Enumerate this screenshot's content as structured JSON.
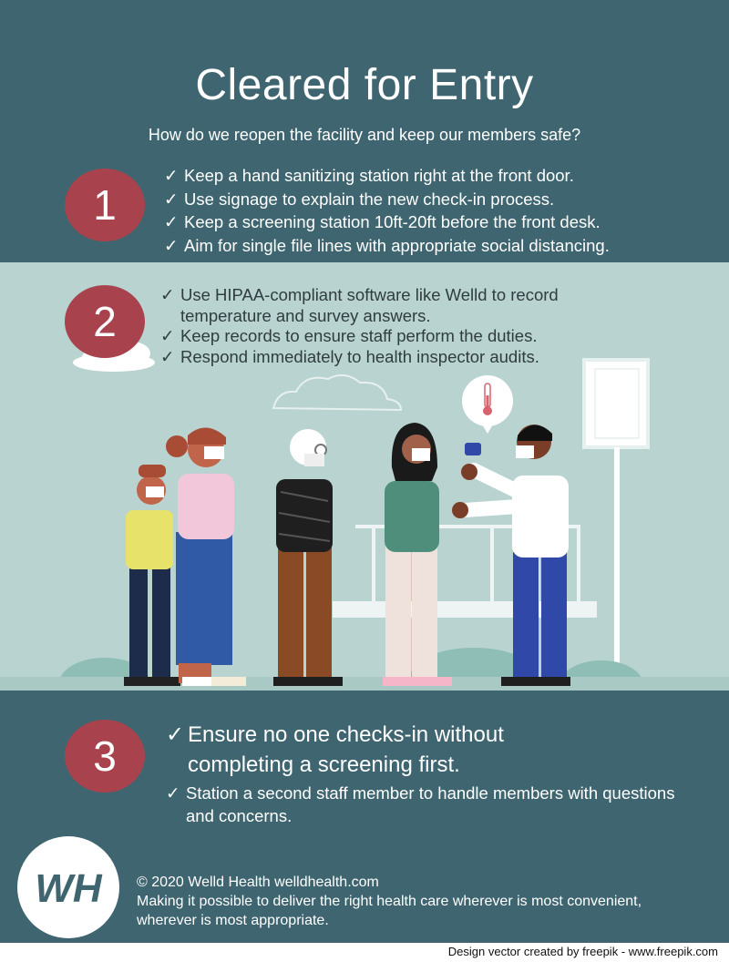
{
  "header": {
    "title": "Cleared for Entry",
    "subtitle": "How do we reopen the facility and keep our members safe?"
  },
  "check_glyph": "✓",
  "steps": [
    {
      "number": "1",
      "items": [
        "Keep a hand sanitizing station right at the front door.",
        "Use signage to explain the new check-in process.",
        "Keep a screening station 10ft-20ft before the front desk.",
        "Aim for single file lines with appropriate social distancing."
      ]
    },
    {
      "number": "2",
      "items": [
        "Use HIPAA-compliant software like Welld to record temperature and survey answers.",
        "Keep records to ensure staff perform the duties.",
        "Respond immediately to health inspector audits."
      ]
    },
    {
      "number": "3",
      "headline": "Ensure no one checks-in without completing a screening first.",
      "items": [
        "Station a second staff member to handle members with questions and concerns."
      ]
    }
  ],
  "logo": {
    "text": "WH",
    "icon": "welld-health-logo-icon"
  },
  "footer": {
    "copyright": "© 2020 Welld Health welldhealth.com",
    "tagline": "Making it possible to deliver the right health care wherever is most convenient, wherever is most appropriate."
  },
  "credit": "Design vector created by freepik - www.freepik.com",
  "colors": {
    "dark_band": "#3e6570",
    "scene_bg": "#b9d3d0",
    "number_circle": "#a8434e",
    "white": "#ffffff"
  }
}
